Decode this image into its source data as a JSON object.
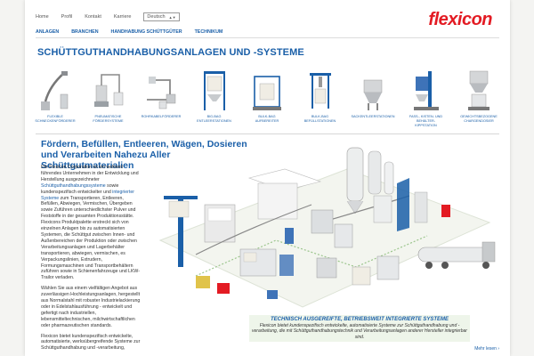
{
  "topnav": {
    "items": [
      "Home",
      "Profil",
      "Kontakt",
      "Karriere"
    ],
    "language": "Deutsch"
  },
  "logo": {
    "text": "flexicon"
  },
  "mainnav": {
    "items": [
      "ANLAGEN",
      "BRANCHEN",
      "HANDHABUNG SCHÜTTGÜTER",
      "TECHNIKUM"
    ]
  },
  "page": {
    "title": "SCHÜTTGUTHANDHABUNGSANLAGEN UND -SYSTEME"
  },
  "products": [
    {
      "label_1": "FLEXIBLE",
      "label_2": "SCHNECKENFÖRDERER",
      "icon": "flexible-screw-conveyor-icon"
    },
    {
      "label_1": "PNEUMATISCHE",
      "label_2": "FÖRDERSYSTEME",
      "icon": "pneumatic-conveyor-icon"
    },
    {
      "label_1": "ROHRKABELFÖRDERER",
      "label_2": "",
      "icon": "tubular-cable-conveyor-icon"
    },
    {
      "label_1": "BIG-BAG",
      "label_2": "ENTLEERSTATIONEN",
      "icon": "bulk-bag-discharger-icon"
    },
    {
      "label_1": "BULK-BAG",
      "label_2": "AUFBEREITER",
      "icon": "bulk-bag-conditioner-icon"
    },
    {
      "label_1": "BULK-BAG",
      "label_2": "BEFÜLLSTATIONEN",
      "icon": "bulk-bag-filler-icon"
    },
    {
      "label_1": "SACKENTLEERSTATIONEN",
      "label_2": "",
      "icon": "bag-dump-station-icon"
    },
    {
      "label_1": "FASS-, KISTEN- UND",
      "label_2": "BEHÄLTER-KIPPSTATION",
      "icon": "drum-dumper-icon"
    },
    {
      "label_1": "GEWICHTSBEZOGENE",
      "label_2": "CHARGENDOSIER",
      "icon": "weigh-batching-icon"
    }
  ],
  "main": {
    "headline": "Fördern, Befüllen, Entleeren, Wägen, Dosieren und Verarbeiten Nahezu Aller Schüttgutmaterialien",
    "p1_a": "Die Flexicon Corporation ist ein weltweit führendes Unternehmen in der Entwicklung und Herstellung ausgezeichneter ",
    "p1_link1": "Schüttguthandhabungssysteme",
    "p1_b": " sowie kundenspezifisch entwickelter und ",
    "p1_link2": "integrierter Systeme",
    "p1_c": " zum Transportieren, Entleeren, Befüllen, Abwiegen, Vermischen, Übergeben sowie Zuführen unterschiedlichster Pulver und Feststoffe in der gesamten Produktionsstätte. Flexicons Produktpalette erstreckt sich von einzelnen Anlagen bis zu automatisierten Systemen, die Schüttgut zwischen Innen- und Außenbereichen der Produktion oder zwischen Verarbeitungsanlagen und Lagerbehälter transportieren, abwiegen, vermischen, es Verpackungslinien, Extrudern, Formungsmaschinen und Transportbehältern zuführen sowie in Schienenfahrzeuge und LKW-Trailor verladen.",
    "p2": "Wählen Sie aus einem vielfältigen Angebot aus zuverlässigen Hochleistungsanlagen, hergestellt aus Normalstahl mit robuster Industrielackierung oder in Edelstahlausführung - entwickelt und gefertigt nach industriellen, lebensmitteltechnischen, milchwirtschaftlichen oder pharmazeutischen standards.",
    "p3": "Flexicon bietet kundenspezifisch entwickelte, automatisierte, werksübergreifende Systeme zur Schüttguthandhabung und -verarbeitung,"
  },
  "caption": {
    "title": "TECHNISCH AUSGEREIFTE, BETRIEBSWEIT INTEGRIERTE SYSTEME",
    "text": "Flexicon bietet kundenspezifisch entwickelte, automatisierte Systeme zur Schüttguthandhabung und -verarbeitung, die mit Schüttguthandhabungstechnik und Verarbeitungsanlagen anderer Hersteller integrierbar sind."
  },
  "more_link": "Mehr lesen ›",
  "colors": {
    "brand_red": "#e31b23",
    "link_blue": "#1a5fa8",
    "caption_bg": "#eef5ea"
  }
}
